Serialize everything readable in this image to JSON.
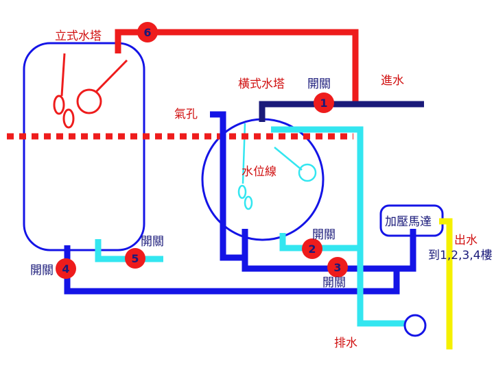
{
  "labels": {
    "vertical_tower": "立式水塔",
    "horizontal_tower": "橫式水塔",
    "inlet": "進水",
    "air_hole": "氣孔",
    "water_level": "水位線",
    "booster_pump": "加壓馬達",
    "outlet": "出水",
    "outlet_floors": "到1,2,3,4樓",
    "drain": "排水",
    "switch_1": "開關",
    "switch_2": "開關",
    "switch_3": "開關",
    "switch_4": "開關",
    "switch_5": "開關"
  },
  "badges": [
    "1",
    "2",
    "3",
    "4",
    "5",
    "6"
  ],
  "colors": {
    "red": "#ee1c1c",
    "navy": "#1a1a7a",
    "blue": "#1414e6",
    "cyan": "#33e6f0",
    "yellow": "#f5f000",
    "label_red": "#d01010",
    "label_navy": "#1a1a7a"
  }
}
